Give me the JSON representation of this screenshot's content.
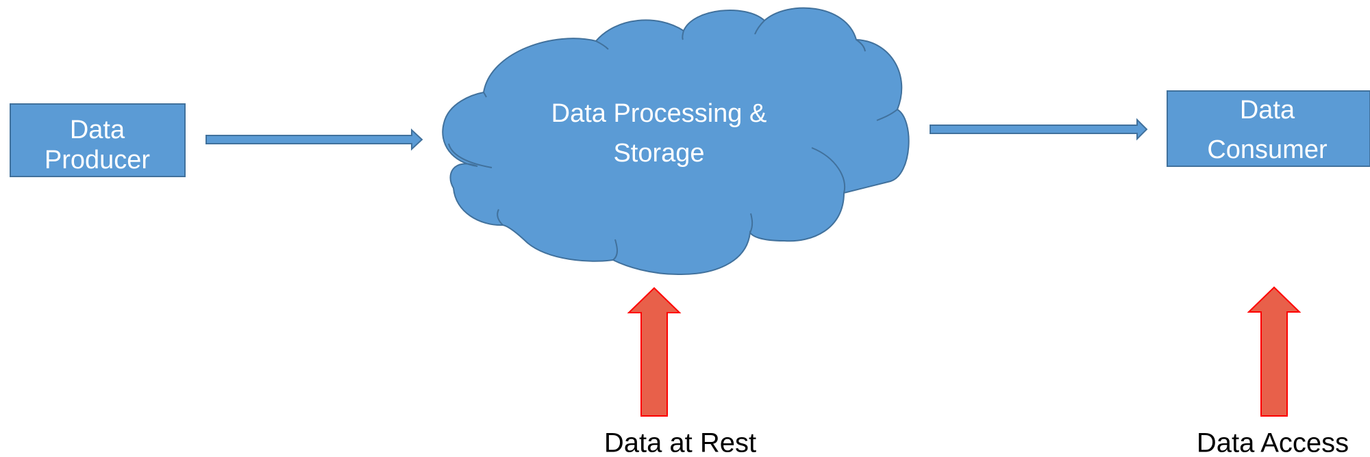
{
  "colors": {
    "shape_fill": "#5b9bd5",
    "shape_stroke": "#41719c",
    "highlight_fill": "#e8604a",
    "highlight_stroke": "#ff0000",
    "text_light": "#ffffff",
    "text_dark": "#000000"
  },
  "nodes": {
    "producer": {
      "line1": "Data",
      "line2": "Producer"
    },
    "processing": {
      "line1": "Data Processing &",
      "line2": "Storage"
    },
    "consumer": {
      "line1": "Data",
      "line2": "Consumer"
    }
  },
  "edges": [
    {
      "from": "producer",
      "to": "processing"
    },
    {
      "from": "processing",
      "to": "consumer"
    }
  ],
  "callouts": {
    "rest": {
      "label": "Data at Rest",
      "target": "processing"
    },
    "access": {
      "label": "Data Access",
      "target": "consumer"
    }
  }
}
